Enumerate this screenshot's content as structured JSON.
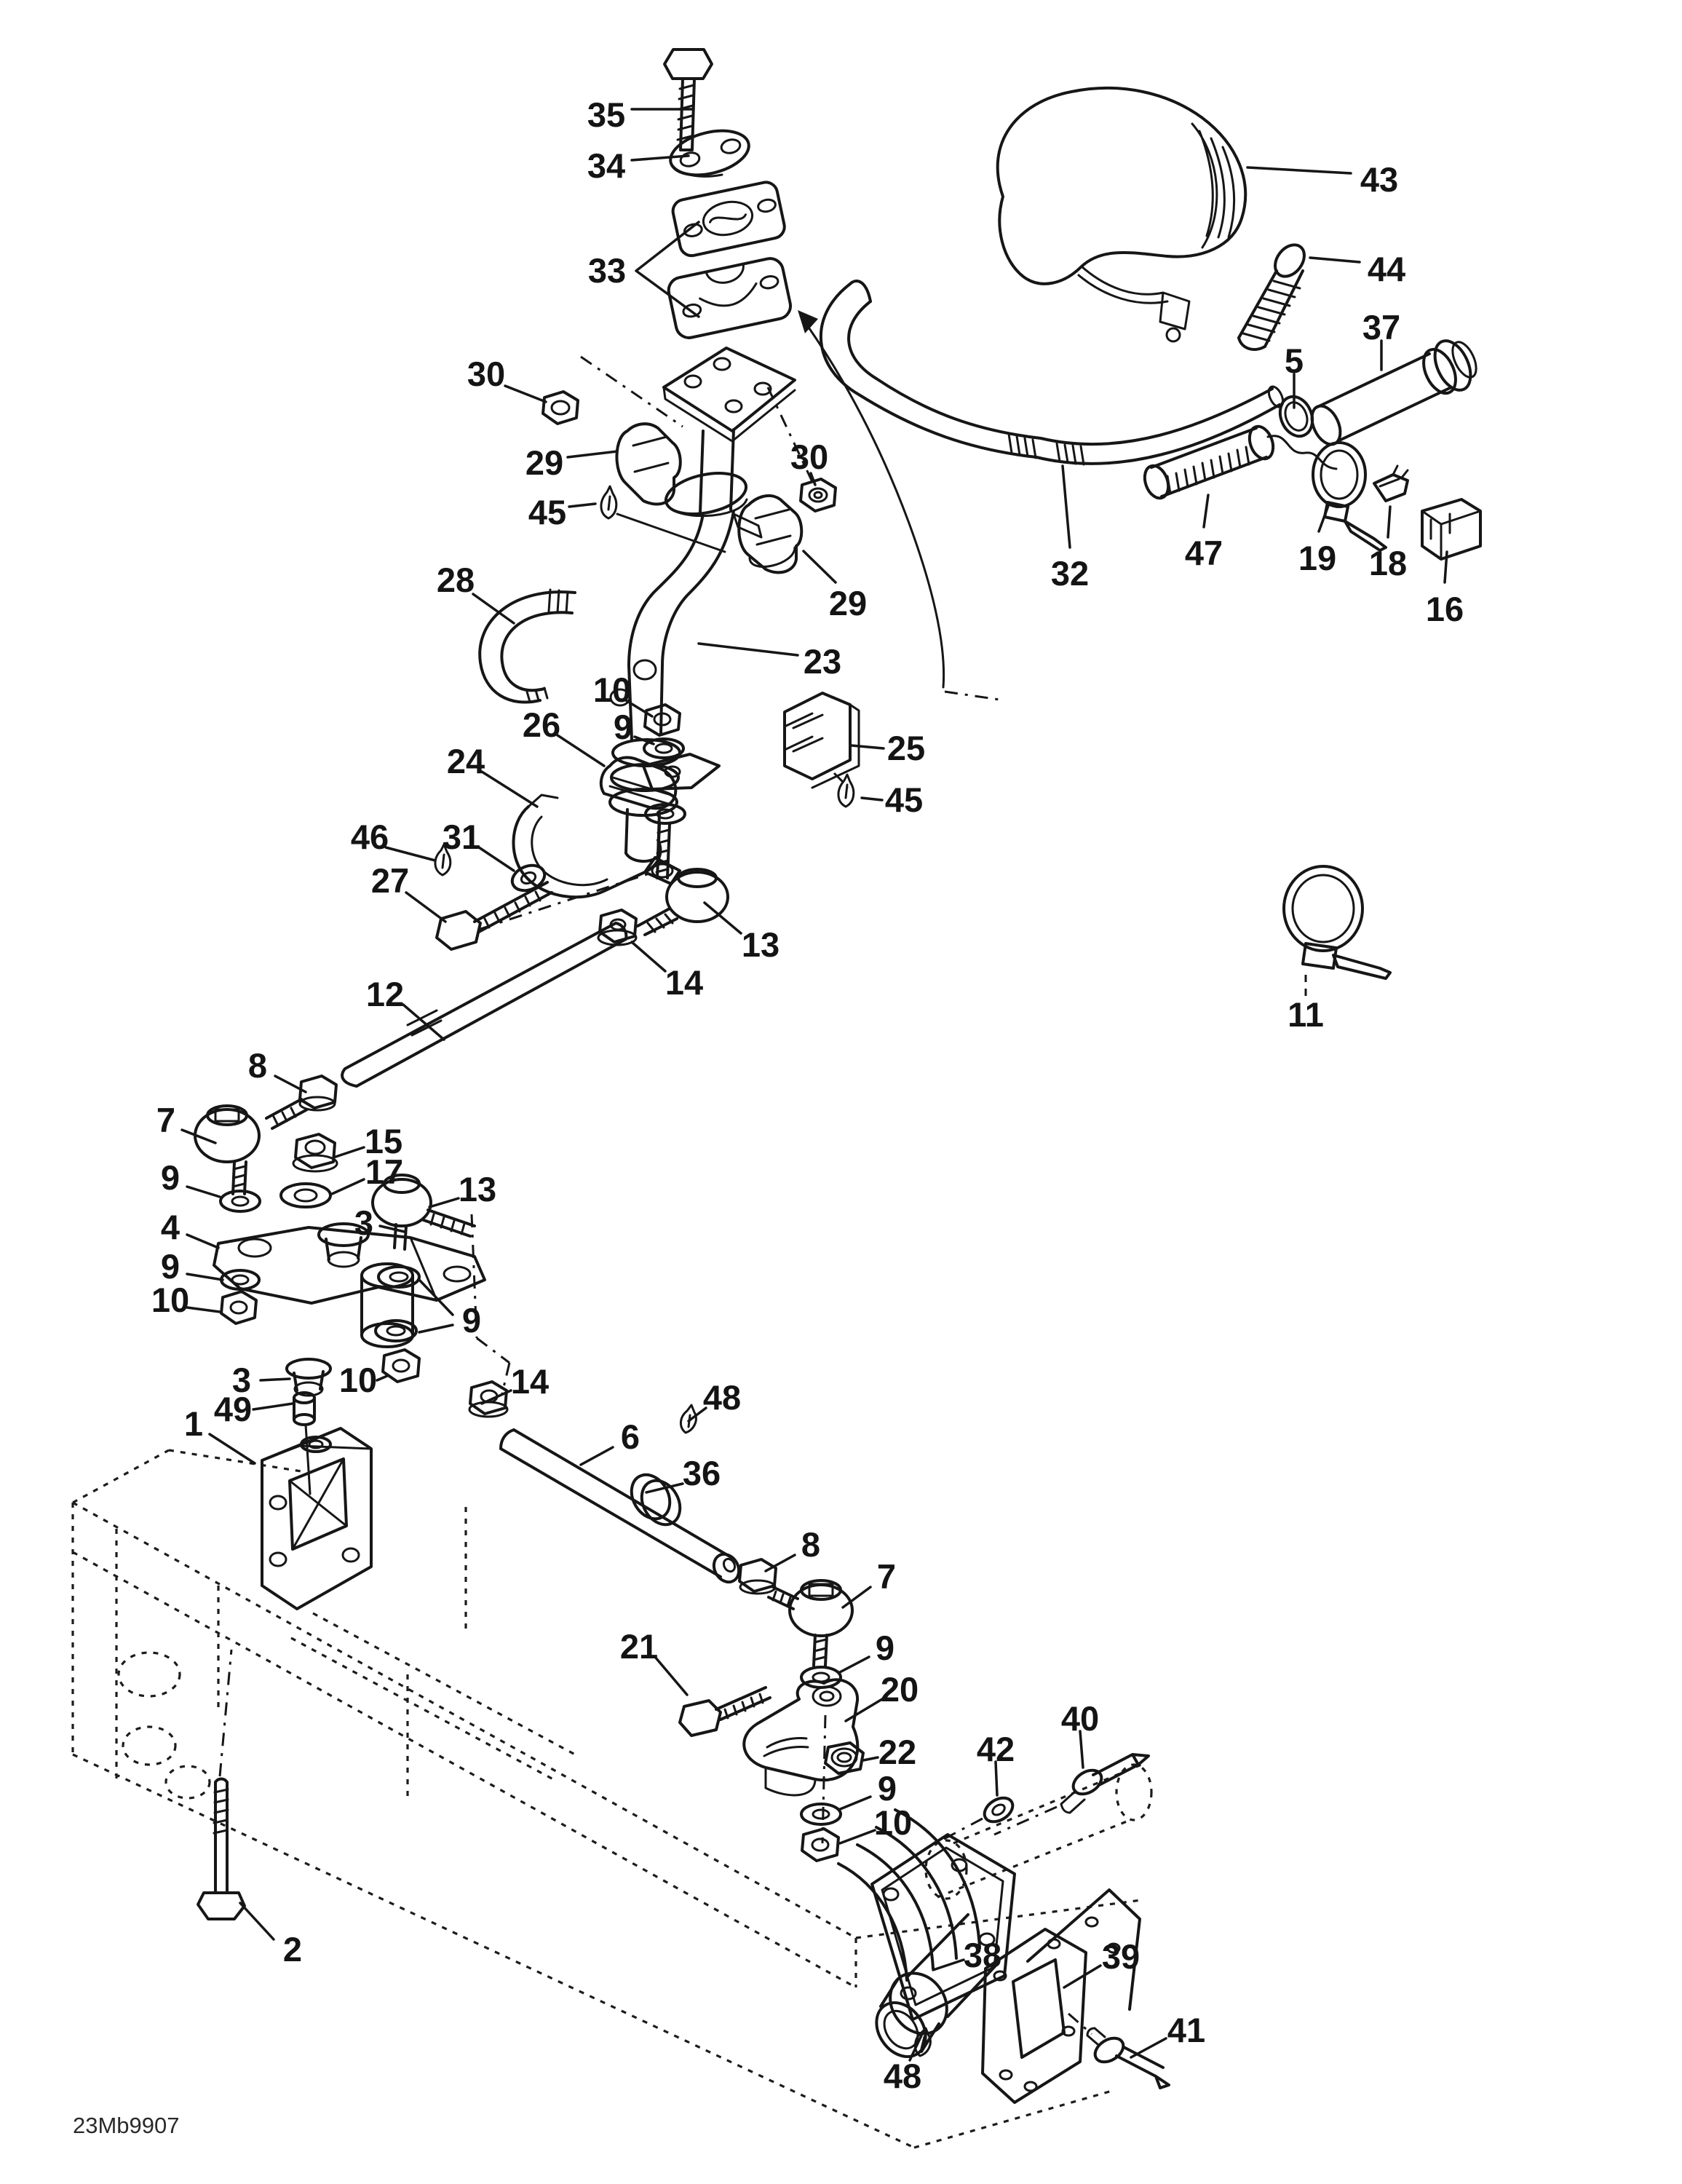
{
  "diagram": {
    "kind": "exploded-parts-line-drawing",
    "watermark": "23Mb9907",
    "colors": {
      "line": "#161616",
      "background": "#ffffff"
    },
    "callouts": [
      {
        "label": "35"
      },
      {
        "label": "34"
      },
      {
        "label": "33"
      },
      {
        "label": "43"
      },
      {
        "label": "44"
      },
      {
        "label": "37"
      },
      {
        "label": "5"
      },
      {
        "label": "30"
      },
      {
        "label": "30"
      },
      {
        "label": "29"
      },
      {
        "label": "45"
      },
      {
        "label": "32"
      },
      {
        "label": "47"
      },
      {
        "label": "19"
      },
      {
        "label": "18"
      },
      {
        "label": "16"
      },
      {
        "label": "29"
      },
      {
        "label": "28"
      },
      {
        "label": "23"
      },
      {
        "label": "10"
      },
      {
        "label": "9"
      },
      {
        "label": "26"
      },
      {
        "label": "24"
      },
      {
        "label": "25"
      },
      {
        "label": "45"
      },
      {
        "label": "46"
      },
      {
        "label": "31"
      },
      {
        "label": "27"
      },
      {
        "label": "12"
      },
      {
        "label": "13"
      },
      {
        "label": "14"
      },
      {
        "label": "8"
      },
      {
        "label": "7"
      },
      {
        "label": "15"
      },
      {
        "label": "17"
      },
      {
        "label": "13"
      },
      {
        "label": "9"
      },
      {
        "label": "4"
      },
      {
        "label": "9"
      },
      {
        "label": "10"
      },
      {
        "label": "3"
      },
      {
        "label": "9"
      },
      {
        "label": "3"
      },
      {
        "label": "10"
      },
      {
        "label": "49"
      },
      {
        "label": "1"
      },
      {
        "label": "14"
      },
      {
        "label": "48"
      },
      {
        "label": "6"
      },
      {
        "label": "36"
      },
      {
        "label": "8"
      },
      {
        "label": "7"
      },
      {
        "label": "9"
      },
      {
        "label": "20"
      },
      {
        "label": "21"
      },
      {
        "label": "22"
      },
      {
        "label": "9"
      },
      {
        "label": "10"
      },
      {
        "label": "42"
      },
      {
        "label": "40"
      },
      {
        "label": "2"
      },
      {
        "label": "38"
      },
      {
        "label": "39"
      },
      {
        "label": "48"
      },
      {
        "label": "41"
      },
      {
        "label": "11"
      }
    ]
  }
}
